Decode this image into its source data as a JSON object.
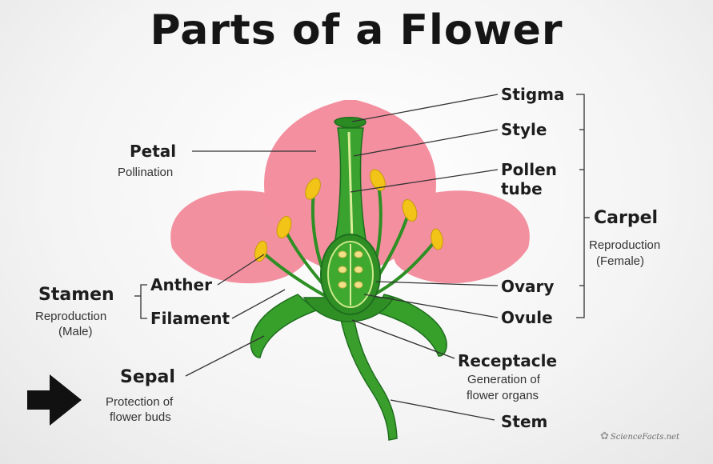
{
  "title": "Parts of a Flower",
  "labels": {
    "stigma": "Stigma",
    "style": "Style",
    "pollen_tube_line1": "Pollen",
    "pollen_tube_line2": "tube",
    "carpel": "Carpel",
    "carpel_sub_line1": "Reproduction",
    "carpel_sub_line2": "(Female)",
    "ovary": "Ovary",
    "ovule": "Ovule",
    "petal": "Petal",
    "petal_sub": "Pollination",
    "stamen": "Stamen",
    "stamen_sub_line1": "Reproduction",
    "stamen_sub_line2": "(Male)",
    "anther": "Anther",
    "filament": "Filament",
    "sepal": "Sepal",
    "sepal_sub_line1": "Protection of",
    "sepal_sub_line2": "flower buds",
    "receptacle": "Receptacle",
    "receptacle_sub_line1": "Generation of",
    "receptacle_sub_line2": "flower organs",
    "stem": "Stem"
  },
  "logo_text": "ScienceFacts.net",
  "colors": {
    "petal": "#f3909f",
    "green_dark": "#1e7d1e",
    "green_light": "#59b83a",
    "anther": "#f2c417",
    "line": "#333333"
  },
  "icons": {
    "arrow": "right-arrow-icon",
    "logo": "sciencefacts-logo-icon"
  }
}
